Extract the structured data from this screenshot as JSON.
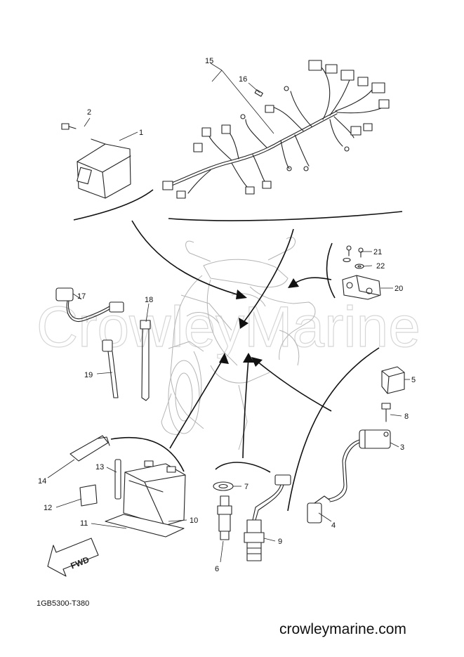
{
  "watermark": "CrowleyMarine",
  "catalog_number": "1GB5300-T380",
  "site_url": "crowleymarine.com",
  "fwd_label": "FWD",
  "callouts": [
    "1",
    "2",
    "3",
    "4",
    "5",
    "6",
    "7",
    "8",
    "9",
    "10",
    "11",
    "12",
    "13",
    "14",
    "15",
    "16",
    "17",
    "18",
    "19",
    "20",
    "21",
    "22"
  ]
}
